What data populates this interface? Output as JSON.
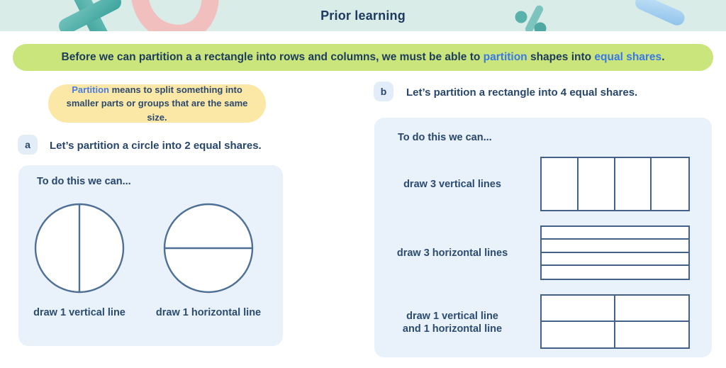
{
  "header": {
    "title": "Prior learning"
  },
  "banner": {
    "part1": "Before we can partition a a rectangle into rows and columns, we must be able to ",
    "highlight1": "partition",
    "part2": " shapes into ",
    "highlight2": "equal shares",
    "part3": ".",
    "background_color": "#c9e57c",
    "highlight_color": "#3b78e7"
  },
  "definition_bubble": {
    "term": "Partition",
    "rest": " means to split something into smaller parts or groups that are the same size.",
    "background_color": "#fbe8a7",
    "term_color": "#4a7ce0"
  },
  "section_a": {
    "badge": "a",
    "prompt": "Let’s partition a circle into 2 equal shares.",
    "panel_heading": "To do this we can...",
    "methods": [
      {
        "label": "draw 1 vertical line",
        "shape": "circle",
        "split": "vertical"
      },
      {
        "label": "draw 1 horizontal line",
        "shape": "circle",
        "split": "horizontal"
      }
    ]
  },
  "section_b": {
    "badge": "b",
    "prompt": "Let’s partition a rectangle into 4 equal shares.",
    "panel_heading": "To do this we can...",
    "methods": [
      {
        "label": "draw 3 vertical lines",
        "shape": "rectangle",
        "columns": 4,
        "rows": 1
      },
      {
        "label": "draw 3 horizontal lines",
        "shape": "rectangle",
        "columns": 1,
        "rows": 4
      },
      {
        "label_line1": "draw 1 vertical line",
        "label_line2": "and 1 horizontal line",
        "shape": "rectangle",
        "columns": 2,
        "rows": 2
      }
    ]
  },
  "decorations": {
    "items": [
      "times-icon",
      "pink-arc",
      "percent-icon",
      "blue-capsule"
    ],
    "teal_color": "#55b0ab",
    "pink_color": "#f1bfbd",
    "blue_color": "#9cc9ee"
  },
  "colors": {
    "header_band": "#d9ece8",
    "panel_background": "#e9f1fa",
    "navy_text": "#27466b",
    "shape_stroke": "#4f7096",
    "rect_stroke": "#44618a",
    "badge_background": "#e3edf9"
  }
}
